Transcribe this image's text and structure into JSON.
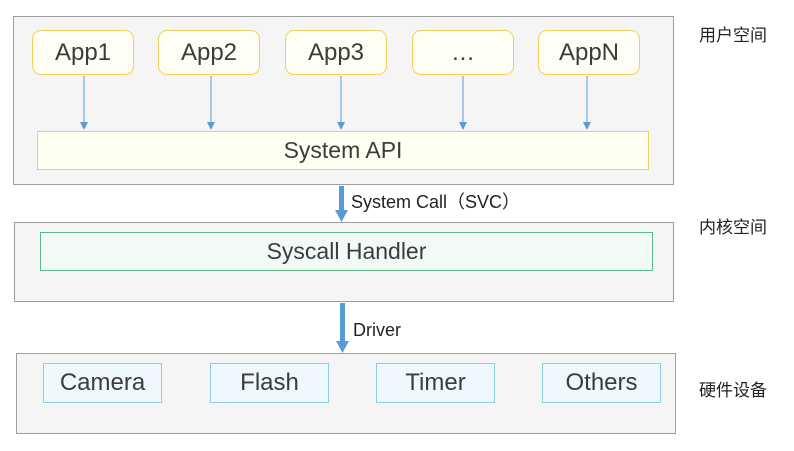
{
  "layers": {
    "user_space": "用户空间",
    "kernel_space": "内核空间",
    "hardware": "硬件设备"
  },
  "apps": [
    "App1",
    "App2",
    "App3",
    "…",
    "AppN"
  ],
  "system_api": "System API",
  "system_call_label": "System Call（SVC）",
  "syscall_handler": "Syscall Handler",
  "driver_label": "Driver",
  "hardware_devices": [
    "Camera",
    "Flash",
    "Timer",
    "Others"
  ],
  "colors": {
    "layer_fill": "#f5f5f5",
    "layer_border": "#9e9e9e",
    "app_border": "#f2cf5b",
    "kernel_border": "#5cb88a",
    "hardware_border": "#8fcde6",
    "arrow": "#5b9bd5"
  }
}
